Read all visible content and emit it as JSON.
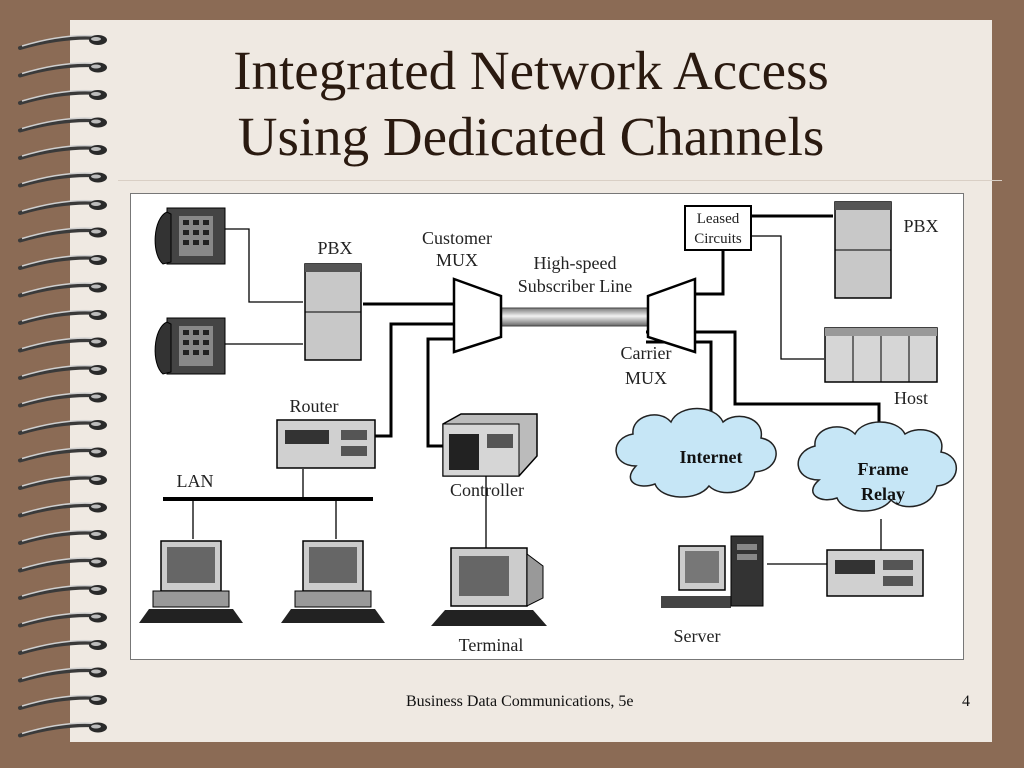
{
  "slide": {
    "title_line1": "Integrated Network Access",
    "title_line2": "Using Dedicated Channels",
    "footer_text": "Business Data Communications, 5e",
    "page_number": "4"
  },
  "diagram": {
    "labels": {
      "pbx_left": "PBX",
      "customer_mux_1": "Customer",
      "customer_mux_2": "MUX",
      "highspeed_1": "High-speed",
      "highspeed_2": "Subscriber Line",
      "carrier_mux_1": "Carrier",
      "carrier_mux_2": "MUX",
      "leased_1": "Leased",
      "leased_2": "Circuits",
      "pbx_right": "PBX",
      "host": "Host",
      "router": "Router",
      "lan": "LAN",
      "controller": "Controller",
      "terminal": "Terminal",
      "internet": "Internet",
      "frame_relay_1": "Frame",
      "frame_relay_2": "Relay",
      "server": "Server"
    }
  }
}
